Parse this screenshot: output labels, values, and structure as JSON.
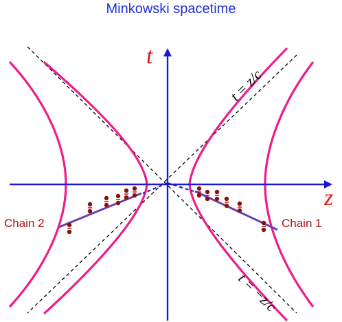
{
  "title": "Minkowski spacetime",
  "axes": {
    "t_label": "t",
    "z_label": "z",
    "axis_color": "#1a1ad4",
    "label_color": "#e01818"
  },
  "light_cone": {
    "upper_label": "t = z/c",
    "lower_label": "t = −z/c",
    "style": "dashed",
    "color": "#000000"
  },
  "hyperbola_color": "#ee1c8a",
  "chains": [
    {
      "name": "Chain 1",
      "line_color": "#6a3fb0",
      "bead_color": "#8b1010",
      "label_color": "#b01010"
    },
    {
      "name": "Chain 2",
      "line_color": "#6a3fb0",
      "bead_color": "#8b1010",
      "label_color": "#b01010"
    }
  ]
}
